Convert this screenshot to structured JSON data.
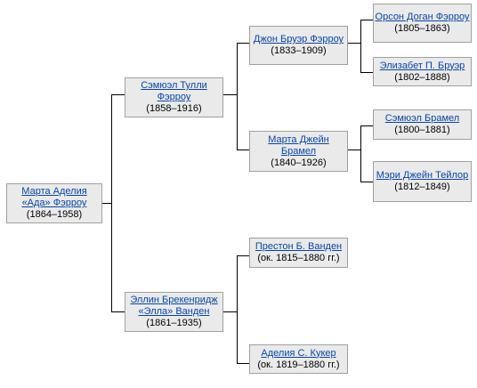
{
  "people": {
    "ada": {
      "name": "Марта Аделия «Ада» Фэрроу",
      "dates": "(1864–1958)"
    },
    "samuel_tully": {
      "name": "Сэмюэл Тулли Фэрроу",
      "dates": "(1858–1916)"
    },
    "ellin": {
      "name": "Эллин Брекенридж «Элла» Ванден",
      "dates": "(1861–1935)"
    },
    "john_bruer": {
      "name": "Джон Бруэр Фэрроу",
      "dates": "(1833–1909)"
    },
    "marta_jane": {
      "name": "Марта Джейн Брамел",
      "dates": "(1840–1926)"
    },
    "preston": {
      "name": "Престон Б. Ванден",
      "dates": "(ок. 1815–1880 гг.)"
    },
    "adelia": {
      "name": "Аделия С. Кукер",
      "dates": "(ок. 1819–1880 гг.)"
    },
    "orson": {
      "name": "Орсон Доган Фэрроу",
      "dates": "(1805–1863)"
    },
    "elizabet": {
      "name": "Элизабет П. Бруэр",
      "dates": "(1802–1888)"
    },
    "samuel_bramel": {
      "name": "Сэмюэл Брамел",
      "dates": "(1800–1881)"
    },
    "mary_jane": {
      "name": "Мэри Джейн Тейлор",
      "dates": "(1812–1849)"
    }
  }
}
